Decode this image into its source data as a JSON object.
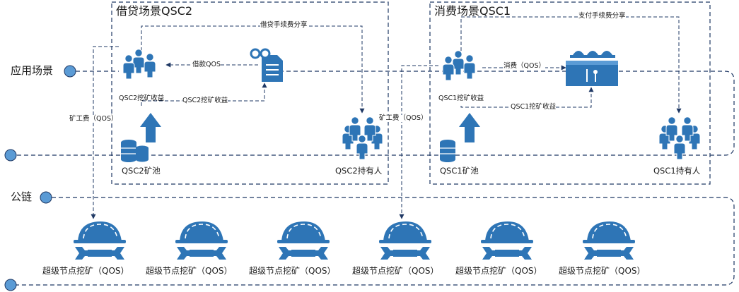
{
  "sections": {
    "left_title": "借贷场景QSC2",
    "right_title": "消费场景QSC1"
  },
  "layers": {
    "app": "应用场景",
    "chain": "公链"
  },
  "nodes": {
    "qsc2_pool": "QSC2矿池",
    "qsc2_holder": "QSC2持有人",
    "qsc1_pool": "QSC1矿池",
    "qsc1_holder": "QSC1持有人"
  },
  "flows": {
    "loan_fee_share": "借贷手续费分享",
    "loan_qos": "借款QOS",
    "qsc2_mine_income_1": "QSC2挖矿收益",
    "qsc2_mine_income_2": "QSC2挖矿收益",
    "miner_fee_left": "矿工费（QOS）",
    "pay_fee_share": "支付手续费分享",
    "consume_qos": "消费（QOS）",
    "qsc1_mine_income_1": "QSC1挖矿收益",
    "qsc1_mine_income_2": "QSC1挖矿收益",
    "miner_fee_right": "矿工费（QOS）"
  },
  "miners": [
    "超级节点挖矿（QOS）",
    "超级节点挖矿（QOS）",
    "超级节点挖矿（QOS）",
    "超级节点挖矿（QOS）",
    "超级节点挖矿（QOS）",
    "超级节点挖矿（QOS）"
  ],
  "colors": {
    "icon": "#2e75b6",
    "icon_light": "#5b9bd5",
    "line": "#1f3864",
    "node_dot": "#5b9bd5"
  }
}
